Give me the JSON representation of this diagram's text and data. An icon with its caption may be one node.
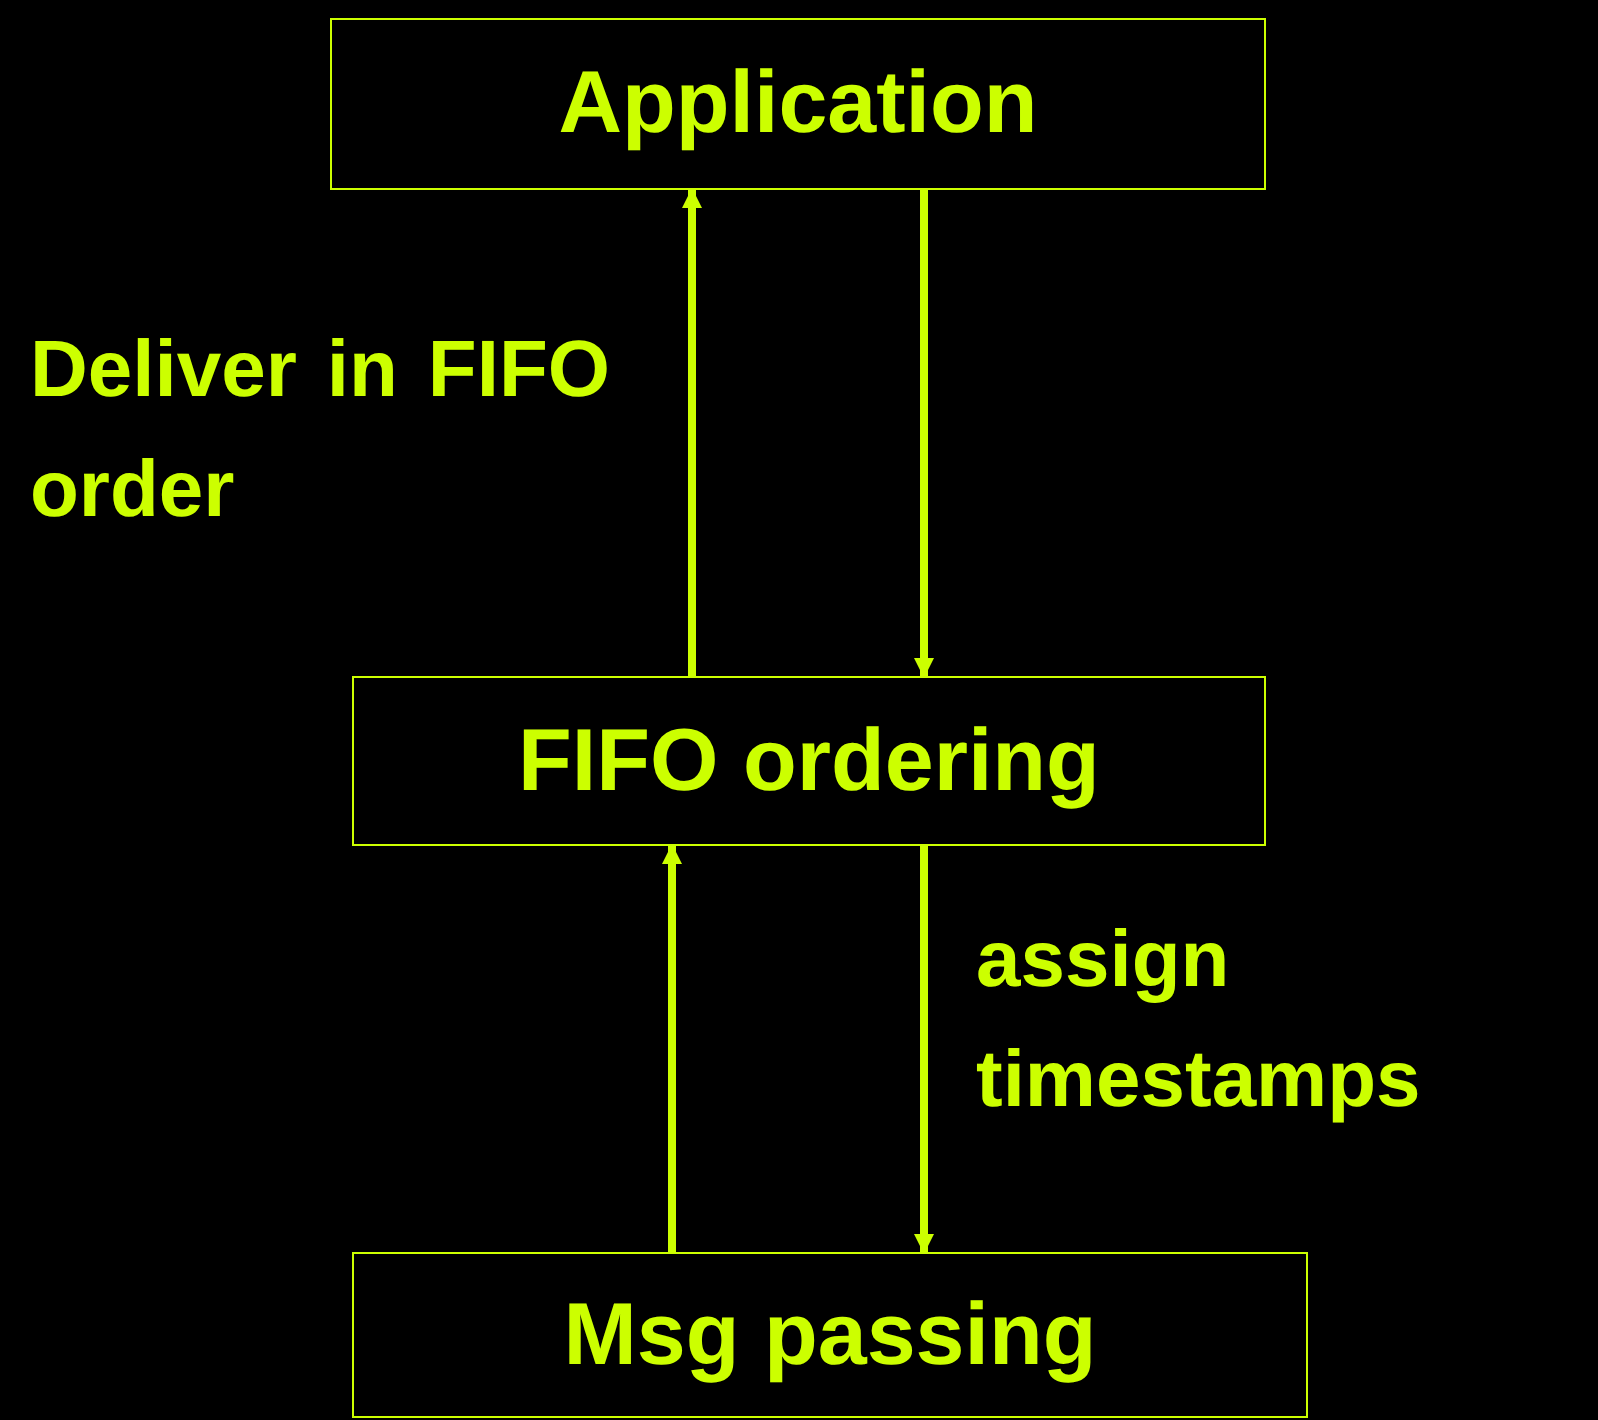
{
  "diagram": {
    "nodes": [
      {
        "text": [
          "Application"
        ]
      },
      {
        "text": [
          "FIFO ordering"
        ]
      },
      {
        "text": [
          "Msg passing"
        ]
      }
    ],
    "edges": [
      {
        "from": 1,
        "to": 0,
        "arrow": "to",
        "label": "Deliver in FIFO order"
      },
      {
        "from": 0,
        "to": 1,
        "arrow": "to"
      },
      {
        "from": 2,
        "to": 1,
        "arrow": "to"
      },
      {
        "from": 1,
        "to": 2,
        "arrow": "to",
        "label": "assign timestamps"
      }
    ]
  }
}
